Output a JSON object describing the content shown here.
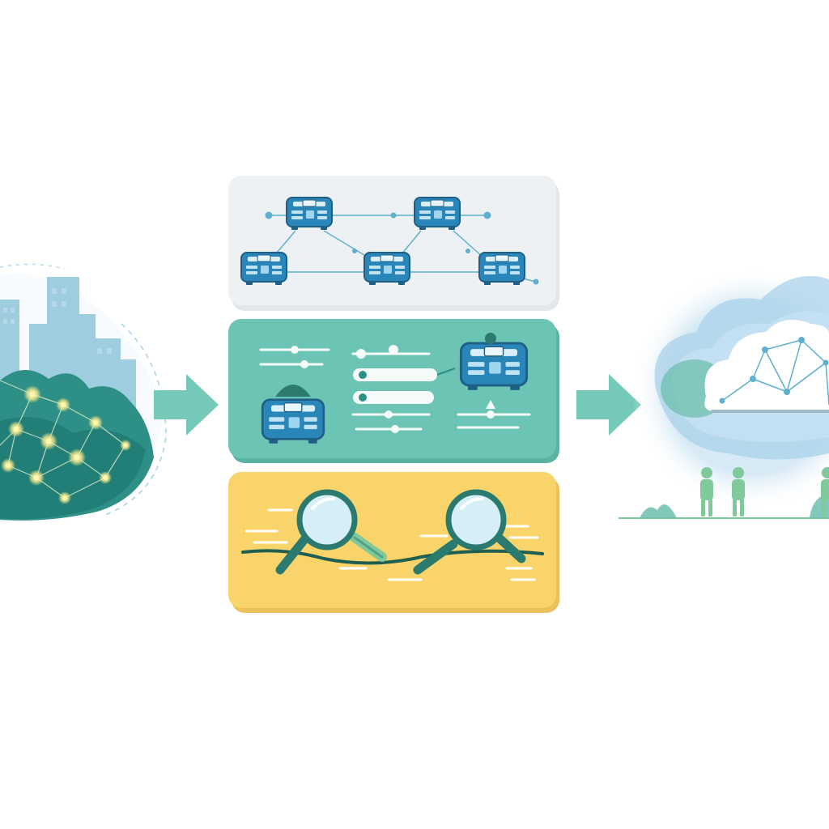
{
  "diagram": {
    "stages": [
      {
        "id": "source",
        "icon": "city-network-icon"
      },
      {
        "id": "processing",
        "icon": "device-pipeline-icon"
      },
      {
        "id": "output",
        "icon": "cloud-people-icon"
      }
    ],
    "panels": [
      {
        "id": "network",
        "icon": "device-network-icon",
        "color": "#eef1f3"
      },
      {
        "id": "configuration",
        "icon": "device-config-icon",
        "color": "#6cc5b4"
      },
      {
        "id": "inspection",
        "icon": "magnifier-icon",
        "color": "#f8d46a"
      }
    ],
    "colors": {
      "arrow": "#74c9b8",
      "device": "#2a86b8",
      "device_dark": "#1f5f86",
      "tree": "#2d8f86",
      "city": "#8fc6dc",
      "node_glow": "#f5e98a",
      "cloud": "#cfe4f2",
      "person": "#7fc99a"
    }
  }
}
